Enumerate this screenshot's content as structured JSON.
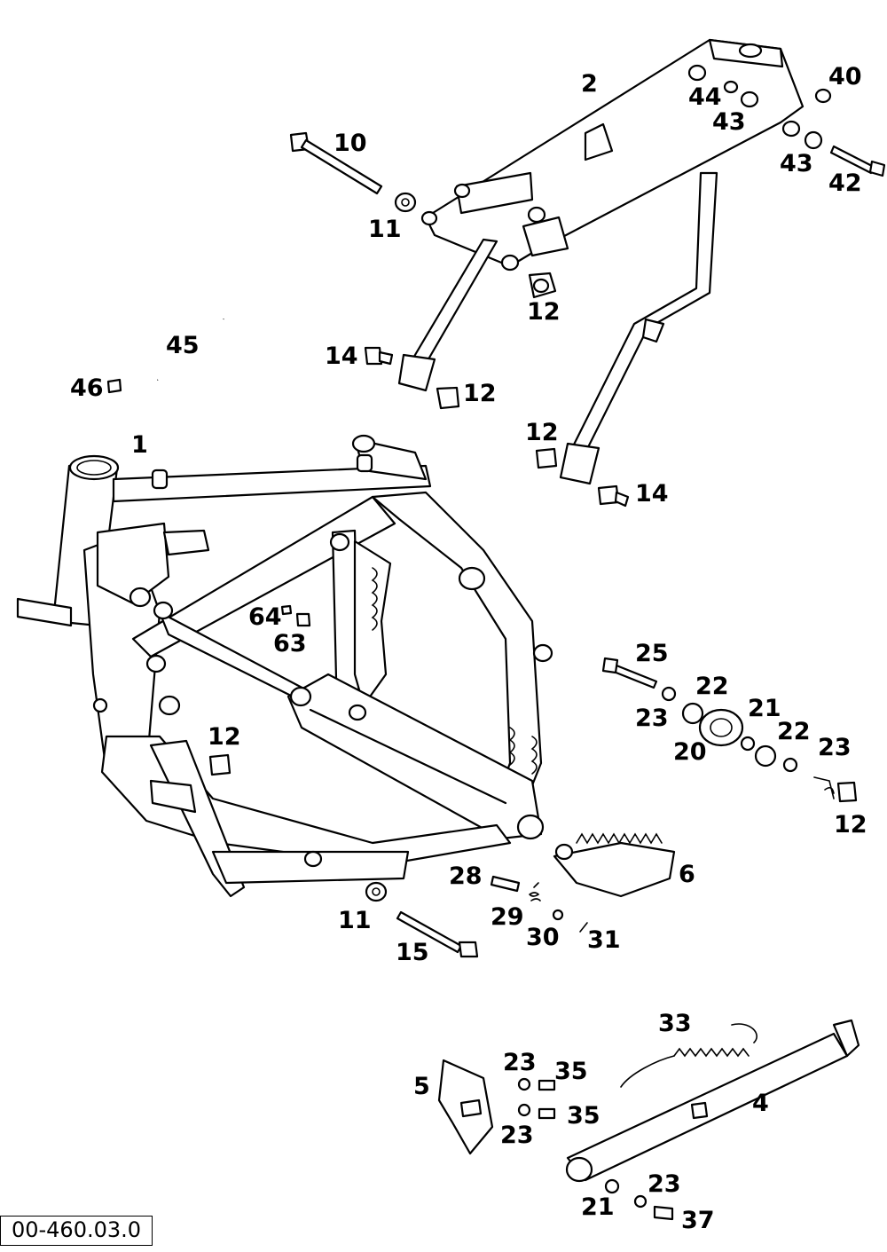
{
  "diagram_reference": "00-460.03.0",
  "callouts": {
    "c1": "1",
    "c2": "2",
    "c4": "4",
    "c5": "5",
    "c6": "6",
    "c10": "10",
    "c11a": "11",
    "c11b": "11",
    "c12a": "12",
    "c12b": "12",
    "c12c": "12",
    "c12d": "12",
    "c12e": "12",
    "c14a": "14",
    "c14b": "14",
    "c15": "15",
    "c20": "20",
    "c21a": "21",
    "c21b": "21",
    "c22a": "22",
    "c22b": "22",
    "c23a": "23",
    "c23b": "23",
    "c23c": "23",
    "c23d": "23",
    "c23e": "23",
    "c25": "25",
    "c28": "28",
    "c29": "29",
    "c30": "30",
    "c31": "31",
    "c33": "33",
    "c35a": "35",
    "c35b": "35",
    "c37": "37",
    "c40": "40",
    "c42": "42",
    "c43a": "43",
    "c43b": "43",
    "c44": "44",
    "c45": "45",
    "c46": "46",
    "c63": "63",
    "c64": "64"
  }
}
